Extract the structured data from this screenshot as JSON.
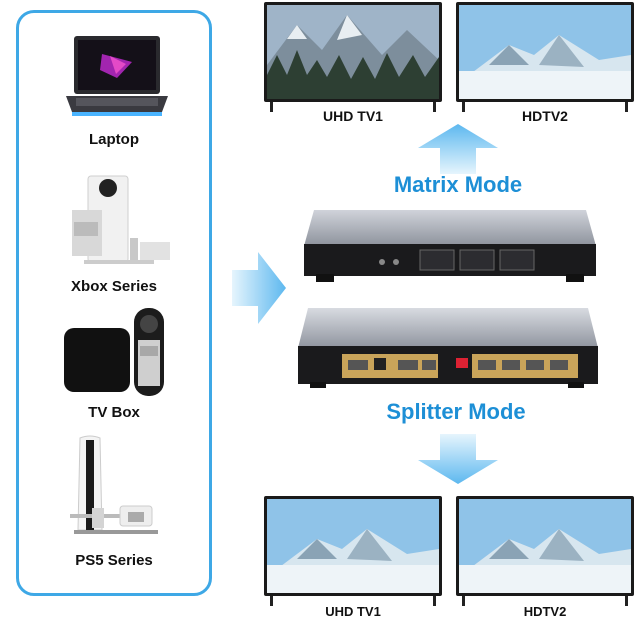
{
  "sources": {
    "items": [
      {
        "label": "Laptop",
        "icon": "laptop-icon"
      },
      {
        "label": "Xbox Series",
        "icon": "xbox-console-icon"
      },
      {
        "label": "TV Box",
        "icon": "tv-box-icon"
      },
      {
        "label": "PS5 Series",
        "icon": "ps5-console-icon"
      }
    ]
  },
  "modes": {
    "matrix": {
      "title": "Matrix Mode"
    },
    "splitter": {
      "title": "Splitter Mode"
    }
  },
  "displays": {
    "top_left": {
      "label": "UHD TV1"
    },
    "top_right": {
      "label": "HDTV2"
    },
    "bottom_left": {
      "label": "UHD TV1"
    },
    "bottom_right": {
      "label": "HDTV2"
    }
  },
  "colors": {
    "accent": "#1d8fd6",
    "panel_border": "#3ea8e6",
    "arrow": "#7fc6f0"
  }
}
